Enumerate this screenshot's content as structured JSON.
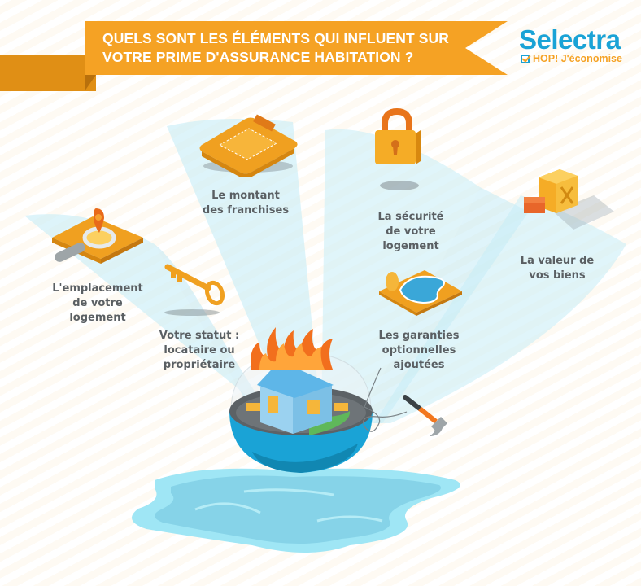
{
  "header": {
    "title_lines": [
      "QUELS SONT LES ÉLÉMENTS QUI INFLUENT SUR",
      "VOTRE PRIME D'ASSURANCE HABITATION ?"
    ],
    "ribbon_color": "#f5a224",
    "ribbon_tail_color": "#e08f15"
  },
  "logo": {
    "name": "Selectra",
    "tagline": "HOP! J'économise",
    "brand_color": "#1aa3d6",
    "accent_color": "#f5a224"
  },
  "factors": [
    {
      "id": "emplacement",
      "icon": "map-magnifier-icon",
      "lines": [
        "L'emplacement",
        "de votre",
        "logement"
      ]
    },
    {
      "id": "franchises",
      "icon": "calculator-icon",
      "lines": [
        "Le montant",
        "des franchises"
      ]
    },
    {
      "id": "statut",
      "icon": "key-icon",
      "lines": [
        "Votre statut :",
        "locataire ou",
        "propriétaire"
      ]
    },
    {
      "id": "securite",
      "icon": "padlock-icon",
      "lines": [
        "La sécurité",
        "de votre logement"
      ]
    },
    {
      "id": "garanties",
      "icon": "swimming-pool-icon",
      "lines": [
        "Les garanties",
        "optionnelles",
        "ajoutées"
      ]
    },
    {
      "id": "valeur",
      "icon": "safe-icon",
      "lines": [
        "La valeur de",
        "vos biens"
      ]
    }
  ],
  "center": {
    "icon": "house-in-globe-icon",
    "hazards": [
      "fire-icon",
      "water-puddle-icon",
      "hammer-icon"
    ]
  }
}
